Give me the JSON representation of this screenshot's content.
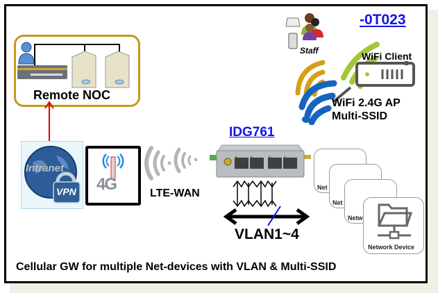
{
  "title": "Cellular GW for multiple Net-devices with VLAN & Multi-SSID",
  "model_code": "-0T023",
  "gateway": {
    "name": "IDG761"
  },
  "remote_noc": {
    "label": "Remote NOC"
  },
  "intranet": {
    "label": "Intranet",
    "vpn_label": "VPN"
  },
  "cellular": {
    "label": "4G",
    "wan_label": "LTE-WAN"
  },
  "wifi": {
    "ap_line1": "WiFi 2.4G AP",
    "ap_line2": "Multi-SSID",
    "client_label": "WiFi Client",
    "staff_label": "Staff"
  },
  "vlan": {
    "label": "VLAN1~4"
  },
  "network_devices": {
    "labels": [
      "Net",
      "Net",
      "Netw",
      "Network Device"
    ]
  },
  "colors": {
    "link_blue": "#1414e6",
    "noc_border": "#c09a1e",
    "arrow_red": "#e00000",
    "wifi_green": "#a4c639",
    "wifi_gold": "#d4a017",
    "wifi_blue": "#1565c0",
    "signal_gray": "#b0b0b0"
  }
}
